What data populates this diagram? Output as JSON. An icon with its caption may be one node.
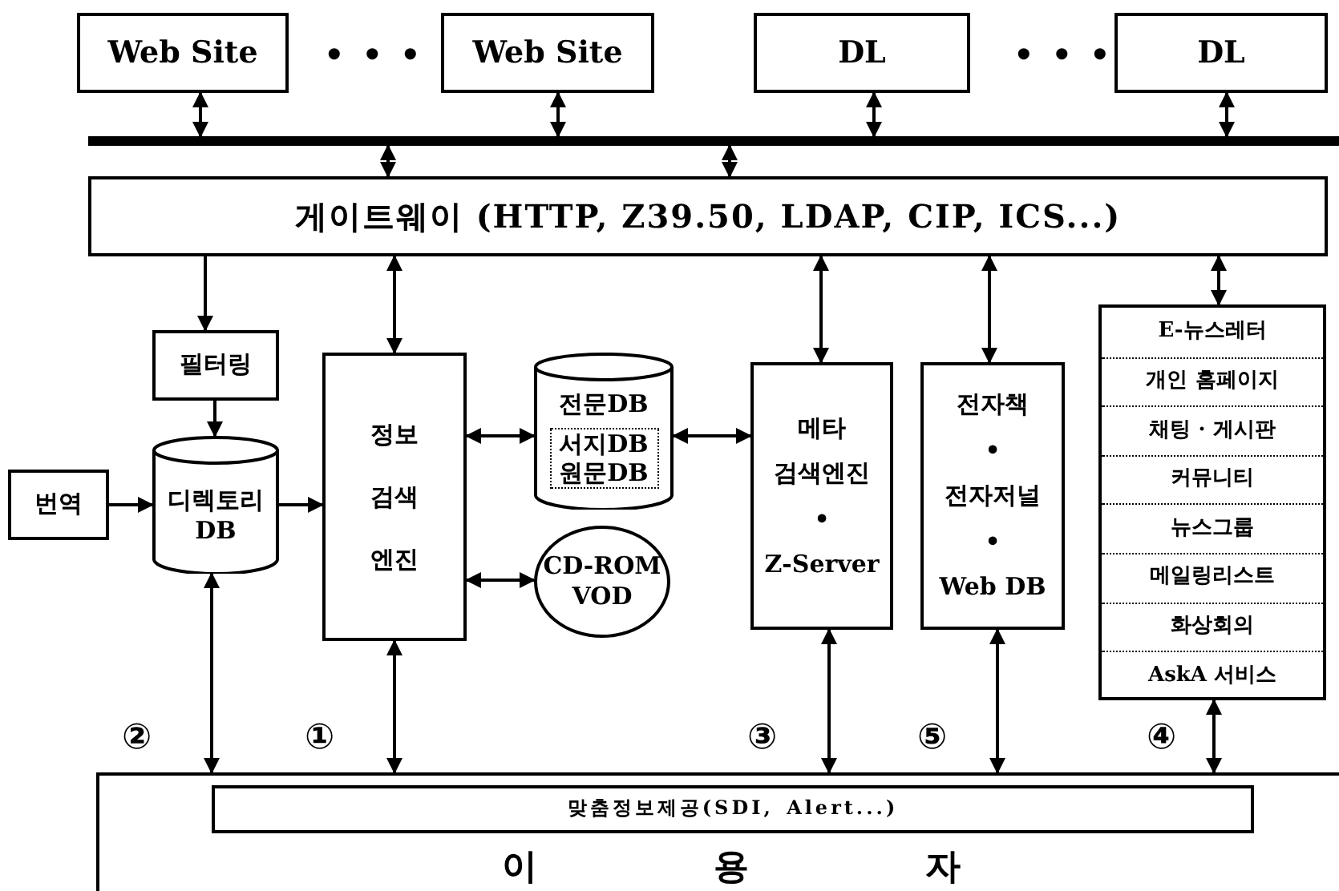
{
  "diagram": {
    "nodes": [
      {
        "text": [
          "Web Site"
        ]
      },
      {
        "text": [
          "Web Site"
        ]
      },
      {
        "text": [
          "DL"
        ]
      },
      {
        "text": [
          "DL"
        ]
      },
      {
        "text": [],
        "shape": "bar"
      },
      {
        "text": [
          "게이트웨이 (HTTP, Z39.50, LDAP, CIP, ICS...)"
        ]
      },
      {
        "text": [
          "필터링"
        ]
      },
      {
        "text": [
          "번역"
        ]
      },
      {
        "text": [
          "디렉토리 DB"
        ]
      },
      {
        "text": [
          "정보 검색 엔진"
        ]
      },
      {
        "text": [
          "전문DB",
          "서지DB 원문DB"
        ]
      },
      {
        "text": [
          "CD-ROM VOD"
        ]
      },
      {
        "text": [
          "메타 검색엔진",
          "•",
          "Z-Server"
        ]
      },
      {
        "text": [
          "전자책",
          "•",
          "전자저널",
          "•",
          "Web DB"
        ]
      },
      {
        "text": [],
        "shape": "box"
      },
      {
        "text": [
          "E-뉴스레터"
        ],
        "in": 14
      },
      {
        "text": [
          "개인 홈페이지"
        ],
        "in": 14
      },
      {
        "text": [
          "채팅 · 게시판"
        ],
        "in": 14
      },
      {
        "text": [
          "커뮤니티"
        ],
        "in": 14
      },
      {
        "text": [
          "뉴스그룹"
        ],
        "in": 14
      },
      {
        "text": [
          "메일링리스트"
        ],
        "in": 14
      },
      {
        "text": [
          "화상회의"
        ],
        "in": 14
      },
      {
        "text": [
          "AskA 서비스"
        ],
        "in": 14
      },
      {
        "text": [
          "이용자"
        ]
      },
      {
        "text": [
          "맞춤정보제공(SDI, Alert...)"
        ],
        "in": 23
      }
    ],
    "edges": [
      {
        "from": 0,
        "to": 4,
        "arrow": "both"
      },
      {
        "from": 1,
        "to": 4,
        "arrow": "both"
      },
      {
        "from": 2,
        "to": 4,
        "arrow": "both"
      },
      {
        "from": 3,
        "to": 4,
        "arrow": "both"
      },
      {
        "from": 4,
        "to": 5,
        "arrow": "both"
      },
      {
        "from": 4,
        "to": 5,
        "arrow": "both"
      },
      {
        "from": 5,
        "to": 6,
        "arrow": "to"
      },
      {
        "from": 5,
        "to": 9,
        "arrow": "both"
      },
      {
        "from": 5,
        "to": 12,
        "arrow": "both"
      },
      {
        "from": 5,
        "to": 13,
        "arrow": "both"
      },
      {
        "from": 5,
        "to": 14,
        "arrow": "both"
      },
      {
        "from": 6,
        "to": 8,
        "arrow": "to"
      },
      {
        "from": 7,
        "to": 8,
        "arrow": "to"
      },
      {
        "from": 8,
        "to": 9,
        "arrow": "to"
      },
      {
        "from": 9,
        "to": 10,
        "arrow": "both"
      },
      {
        "from": 9,
        "to": 11,
        "arrow": "both"
      },
      {
        "from": 10,
        "to": 12,
        "arrow": "both"
      },
      {
        "from": 8,
        "to": 23,
        "arrow": "both"
      },
      {
        "from": 9,
        "to": 23,
        "arrow": "both"
      },
      {
        "from": 12,
        "to": 23,
        "arrow": "both"
      },
      {
        "from": 13,
        "to": 23,
        "arrow": "both"
      },
      {
        "from": 14,
        "to": 23,
        "arrow": "both"
      }
    ],
    "labels": [
      "• • •",
      "• • •",
      "②",
      "①",
      "③",
      "⑤",
      "④"
    ]
  }
}
